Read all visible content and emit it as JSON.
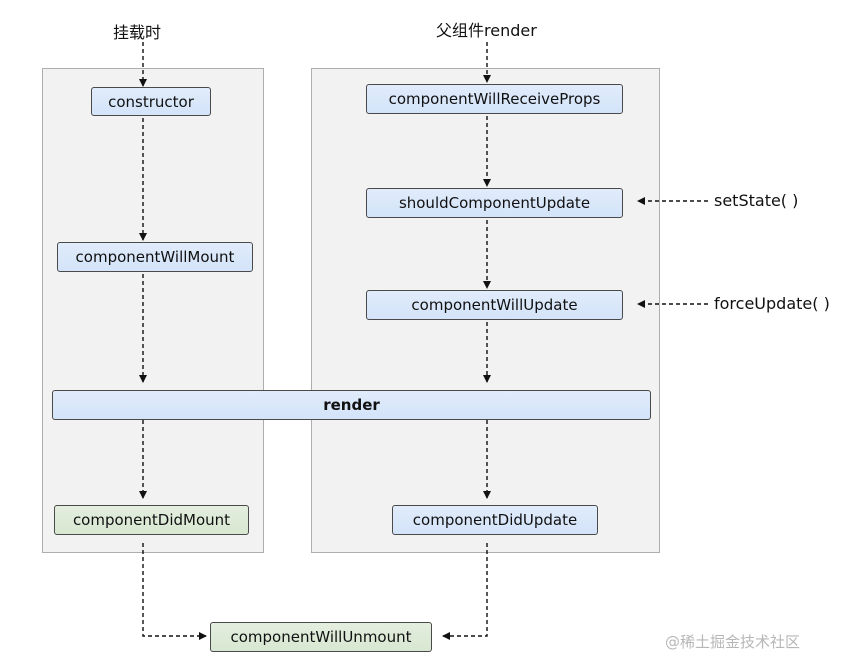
{
  "triggers": {
    "mount": "挂载时",
    "parent_render": "父组件render",
    "set_state": "setState( )",
    "force_update": "forceUpdate( )"
  },
  "nodes": {
    "constructor": "constructor",
    "component_will_mount": "componentWillMount",
    "render": "render",
    "component_did_mount": "componentDidMount",
    "component_will_receive_props": "componentWillReceiveProps",
    "should_component_update": "shouldComponentUpdate",
    "component_will_update": "componentWillUpdate",
    "component_did_update": "componentDidUpdate",
    "component_will_unmount": "componentWillUnmount"
  },
  "watermark": "@稀土掘金技术社区",
  "colors": {
    "node_blue": "#d6e5fa",
    "node_green": "#dbe9d5",
    "panel": "#f2f2f2"
  }
}
